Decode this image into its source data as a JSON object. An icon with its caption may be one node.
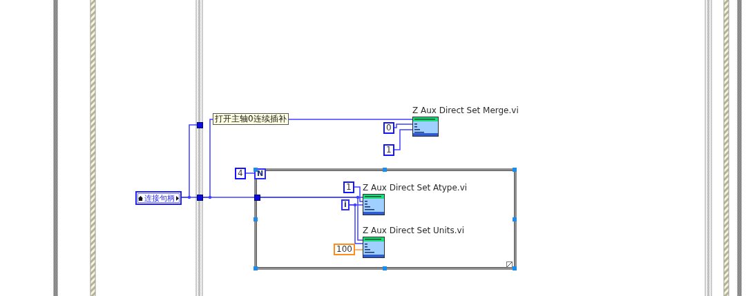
{
  "diagram": {
    "nodes": [
      {
        "text": [
          "Z Aux Direct Set Merge.vi"
        ]
      },
      {
        "text": [],
        "shape": "box"
      },
      {
        "text": [
          "0"
        ]
      },
      {
        "text": [
          "1"
        ]
      },
      {
        "text": [
          "4"
        ]
      },
      {
        "text": [],
        "shape": "box"
      },
      {
        "text": [
          "N"
        ],
        "in": 5
      },
      {
        "text": [
          "1"
        ],
        "in": 5
      },
      {
        "text": [
          "Z Aux Direct Set Atype.vi"
        ],
        "in": 5
      },
      {
        "text": [
          "连接句柄"
        ]
      },
      {
        "text": [],
        "shape": "box"
      },
      {
        "text": [],
        "shape": "box",
        "in": 5
      },
      {
        "text": [
          "i"
        ],
        "in": 5
      },
      {
        "text": [
          "Z Aux Direct Set Units.vi"
        ],
        "in": 5
      },
      {
        "text": [
          "100"
        ],
        "in": 5
      }
    ],
    "edges": [
      {
        "from": 9,
        "to": 1,
        "arrow": "none"
      },
      {
        "from": 9,
        "to": 10,
        "arrow": "none"
      },
      {
        "from": 10,
        "to": 0,
        "arrow": "none",
        "label": "打开主轴0连续插补"
      },
      {
        "from": 2,
        "to": 0,
        "arrow": "none"
      },
      {
        "from": 3,
        "to": 0,
        "arrow": "none"
      },
      {
        "from": 4,
        "to": 6,
        "arrow": "none"
      },
      {
        "from": 10,
        "to": 11,
        "arrow": "none"
      },
      {
        "from": 11,
        "to": 8,
        "arrow": "none"
      },
      {
        "from": 7,
        "to": 8,
        "arrow": "none"
      },
      {
        "from": 12,
        "to": 8,
        "arrow": "none"
      },
      {
        "from": 11,
        "to": 13,
        "arrow": "none"
      },
      {
        "from": 12,
        "to": 13,
        "arrow": "none"
      },
      {
        "from": 14,
        "to": 13,
        "arrow": "none",
        "color": "#ff9933"
      }
    ]
  }
}
